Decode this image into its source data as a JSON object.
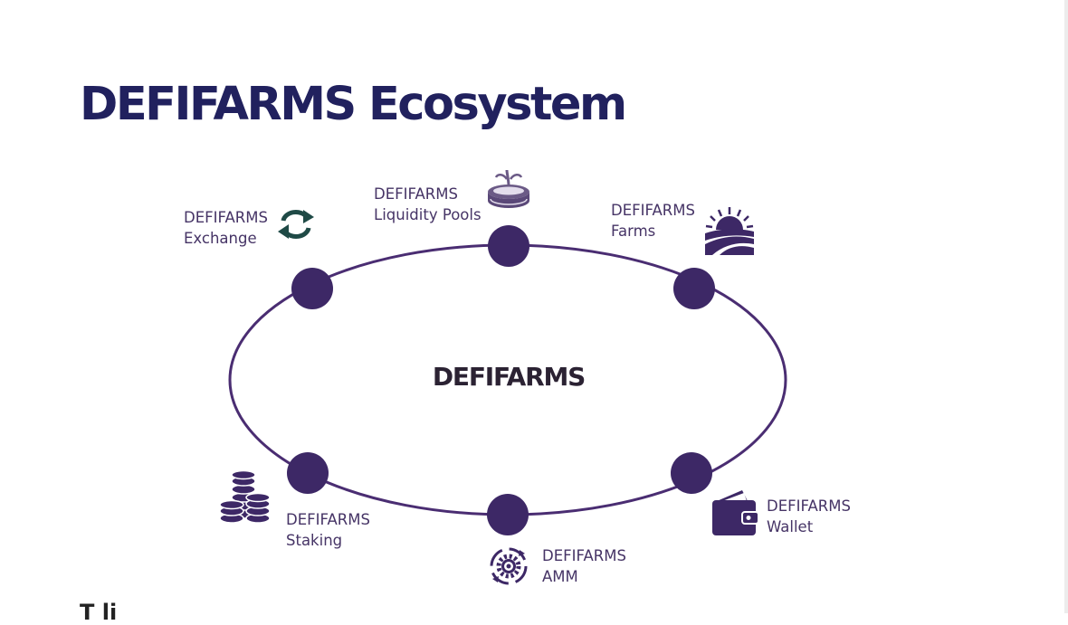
{
  "page": {
    "title": "DEFIFARMS Ecosystem",
    "footer_partial": "T  li"
  },
  "diagram": {
    "center": "DEFIFARMS",
    "colors": {
      "ring": "#4a2d72",
      "node": "#3d2866",
      "title": "#21215e",
      "label": "#463466"
    },
    "nodes": [
      {
        "line1": "DEFIFARMS",
        "line2": "Exchange",
        "icon": "exchange-arrows-icon"
      },
      {
        "line1": "DEFIFARMS",
        "line2": "Liquidity Pools",
        "icon": "fountain-pool-icon"
      },
      {
        "line1": "DEFIFARMS",
        "line2": "Farms",
        "icon": "sunrise-field-icon"
      },
      {
        "line1": "DEFIFARMS",
        "line2": "Wallet",
        "icon": "wallet-icon"
      },
      {
        "line1": "DEFIFARMS",
        "line2": "AMM",
        "icon": "gear-cycle-icon"
      },
      {
        "line1": "DEFIFARMS",
        "line2": "Staking",
        "icon": "coin-stacks-icon"
      }
    ]
  }
}
